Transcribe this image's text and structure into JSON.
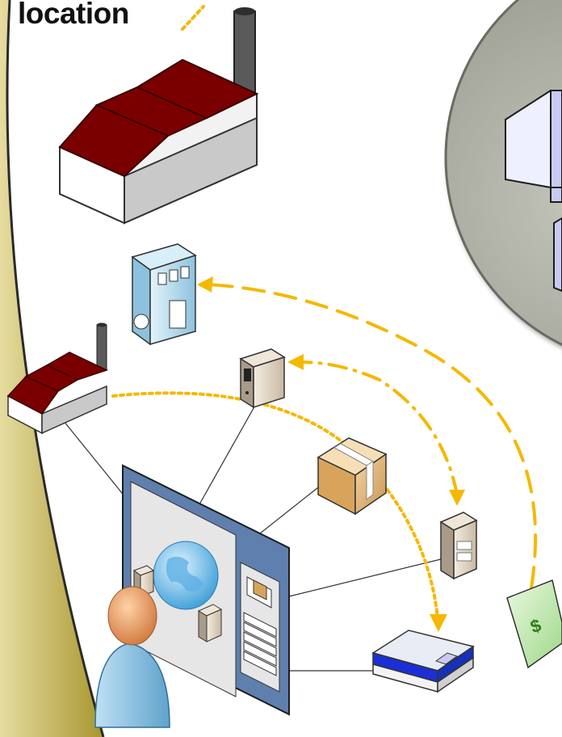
{
  "caption": "location",
  "money_symbol": "$",
  "nodes": [
    {
      "name": "large-factory-icon"
    },
    {
      "name": "small-factory-icon"
    },
    {
      "name": "building-icon"
    },
    {
      "name": "server-icon"
    },
    {
      "name": "package-icon"
    },
    {
      "name": "server-tower-icon"
    },
    {
      "name": "printer-icon"
    },
    {
      "name": "money-bill-icon"
    },
    {
      "name": "portal-screen-icon"
    },
    {
      "name": "user-icon"
    }
  ],
  "connections": [
    "factory-to-portal",
    "server-to-portal",
    "package-to-portal",
    "server-tower-to-portal",
    "printer-to-portal"
  ],
  "flows": [
    {
      "name": "money-to-building-flow",
      "style": "long-dash",
      "color": "#f5b800"
    },
    {
      "name": "server-tower-to-server-flow",
      "style": "dash-dot",
      "color": "#f5b800"
    },
    {
      "name": "factory-to-printer-flow",
      "style": "dotted",
      "color": "#f5b800"
    }
  ],
  "colors": {
    "roof": "#7a0000",
    "accent_arrow": "#f5b800",
    "left_panel": "#c9bb6a",
    "portal_frame": "#5f7fae",
    "circle": "#a6a79c",
    "blocks": "#c8caf2"
  }
}
